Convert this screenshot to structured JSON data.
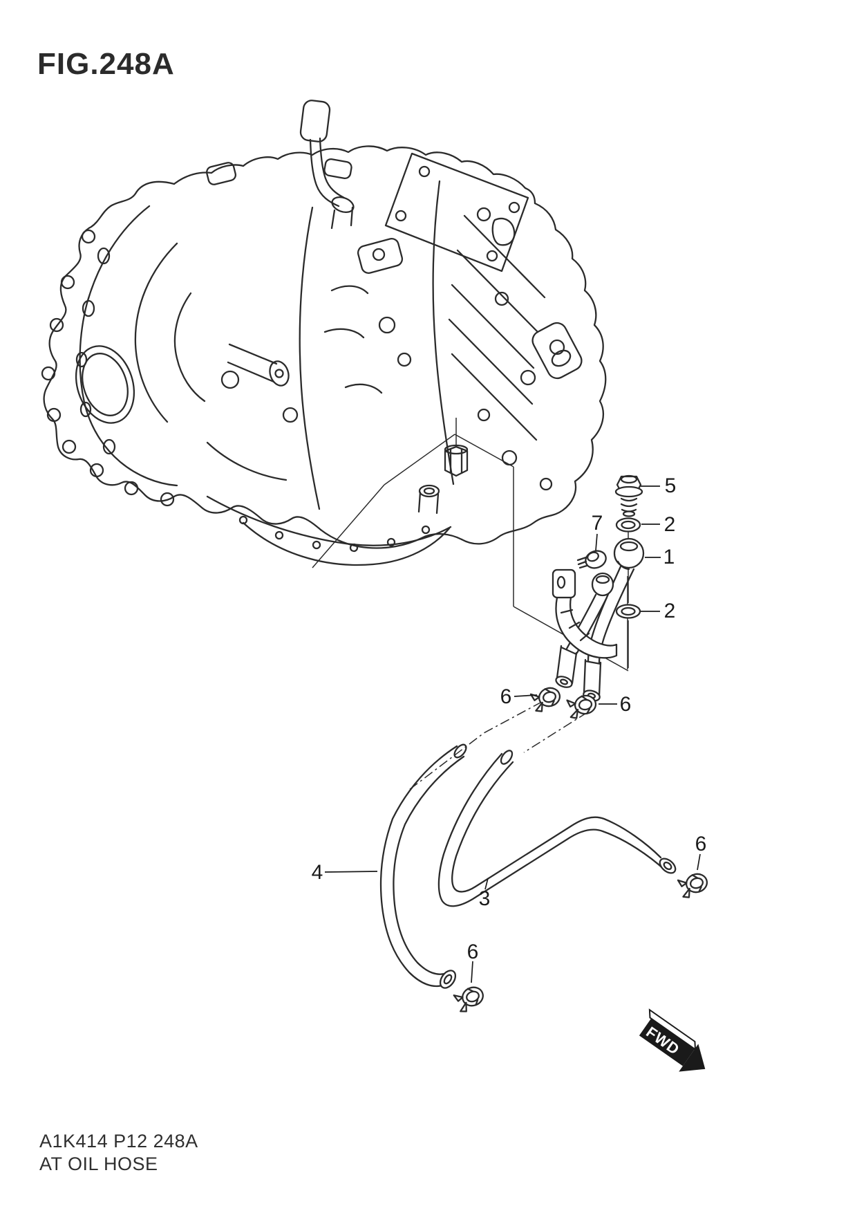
{
  "page": {
    "fig_label": "FIG.248A",
    "footer_line1": "A1K414 P12 248A",
    "footer_line2": "AT OIL HOSE"
  },
  "diagram": {
    "fwd_label": "FWD",
    "callouts": [
      {
        "ref": "5"
      },
      {
        "ref": "2"
      },
      {
        "ref": "7"
      },
      {
        "ref": "1"
      },
      {
        "ref": "2"
      },
      {
        "ref": "6"
      },
      {
        "ref": "6"
      },
      {
        "ref": "4"
      },
      {
        "ref": "3"
      },
      {
        "ref": "6"
      },
      {
        "ref": "6"
      }
    ],
    "colors": {
      "line": "#2b2b2b",
      "background": "#ffffff",
      "label": "#1a1a1a",
      "arrow_fill": "#1a1a1a",
      "arrow_text": "#ffffff"
    }
  }
}
